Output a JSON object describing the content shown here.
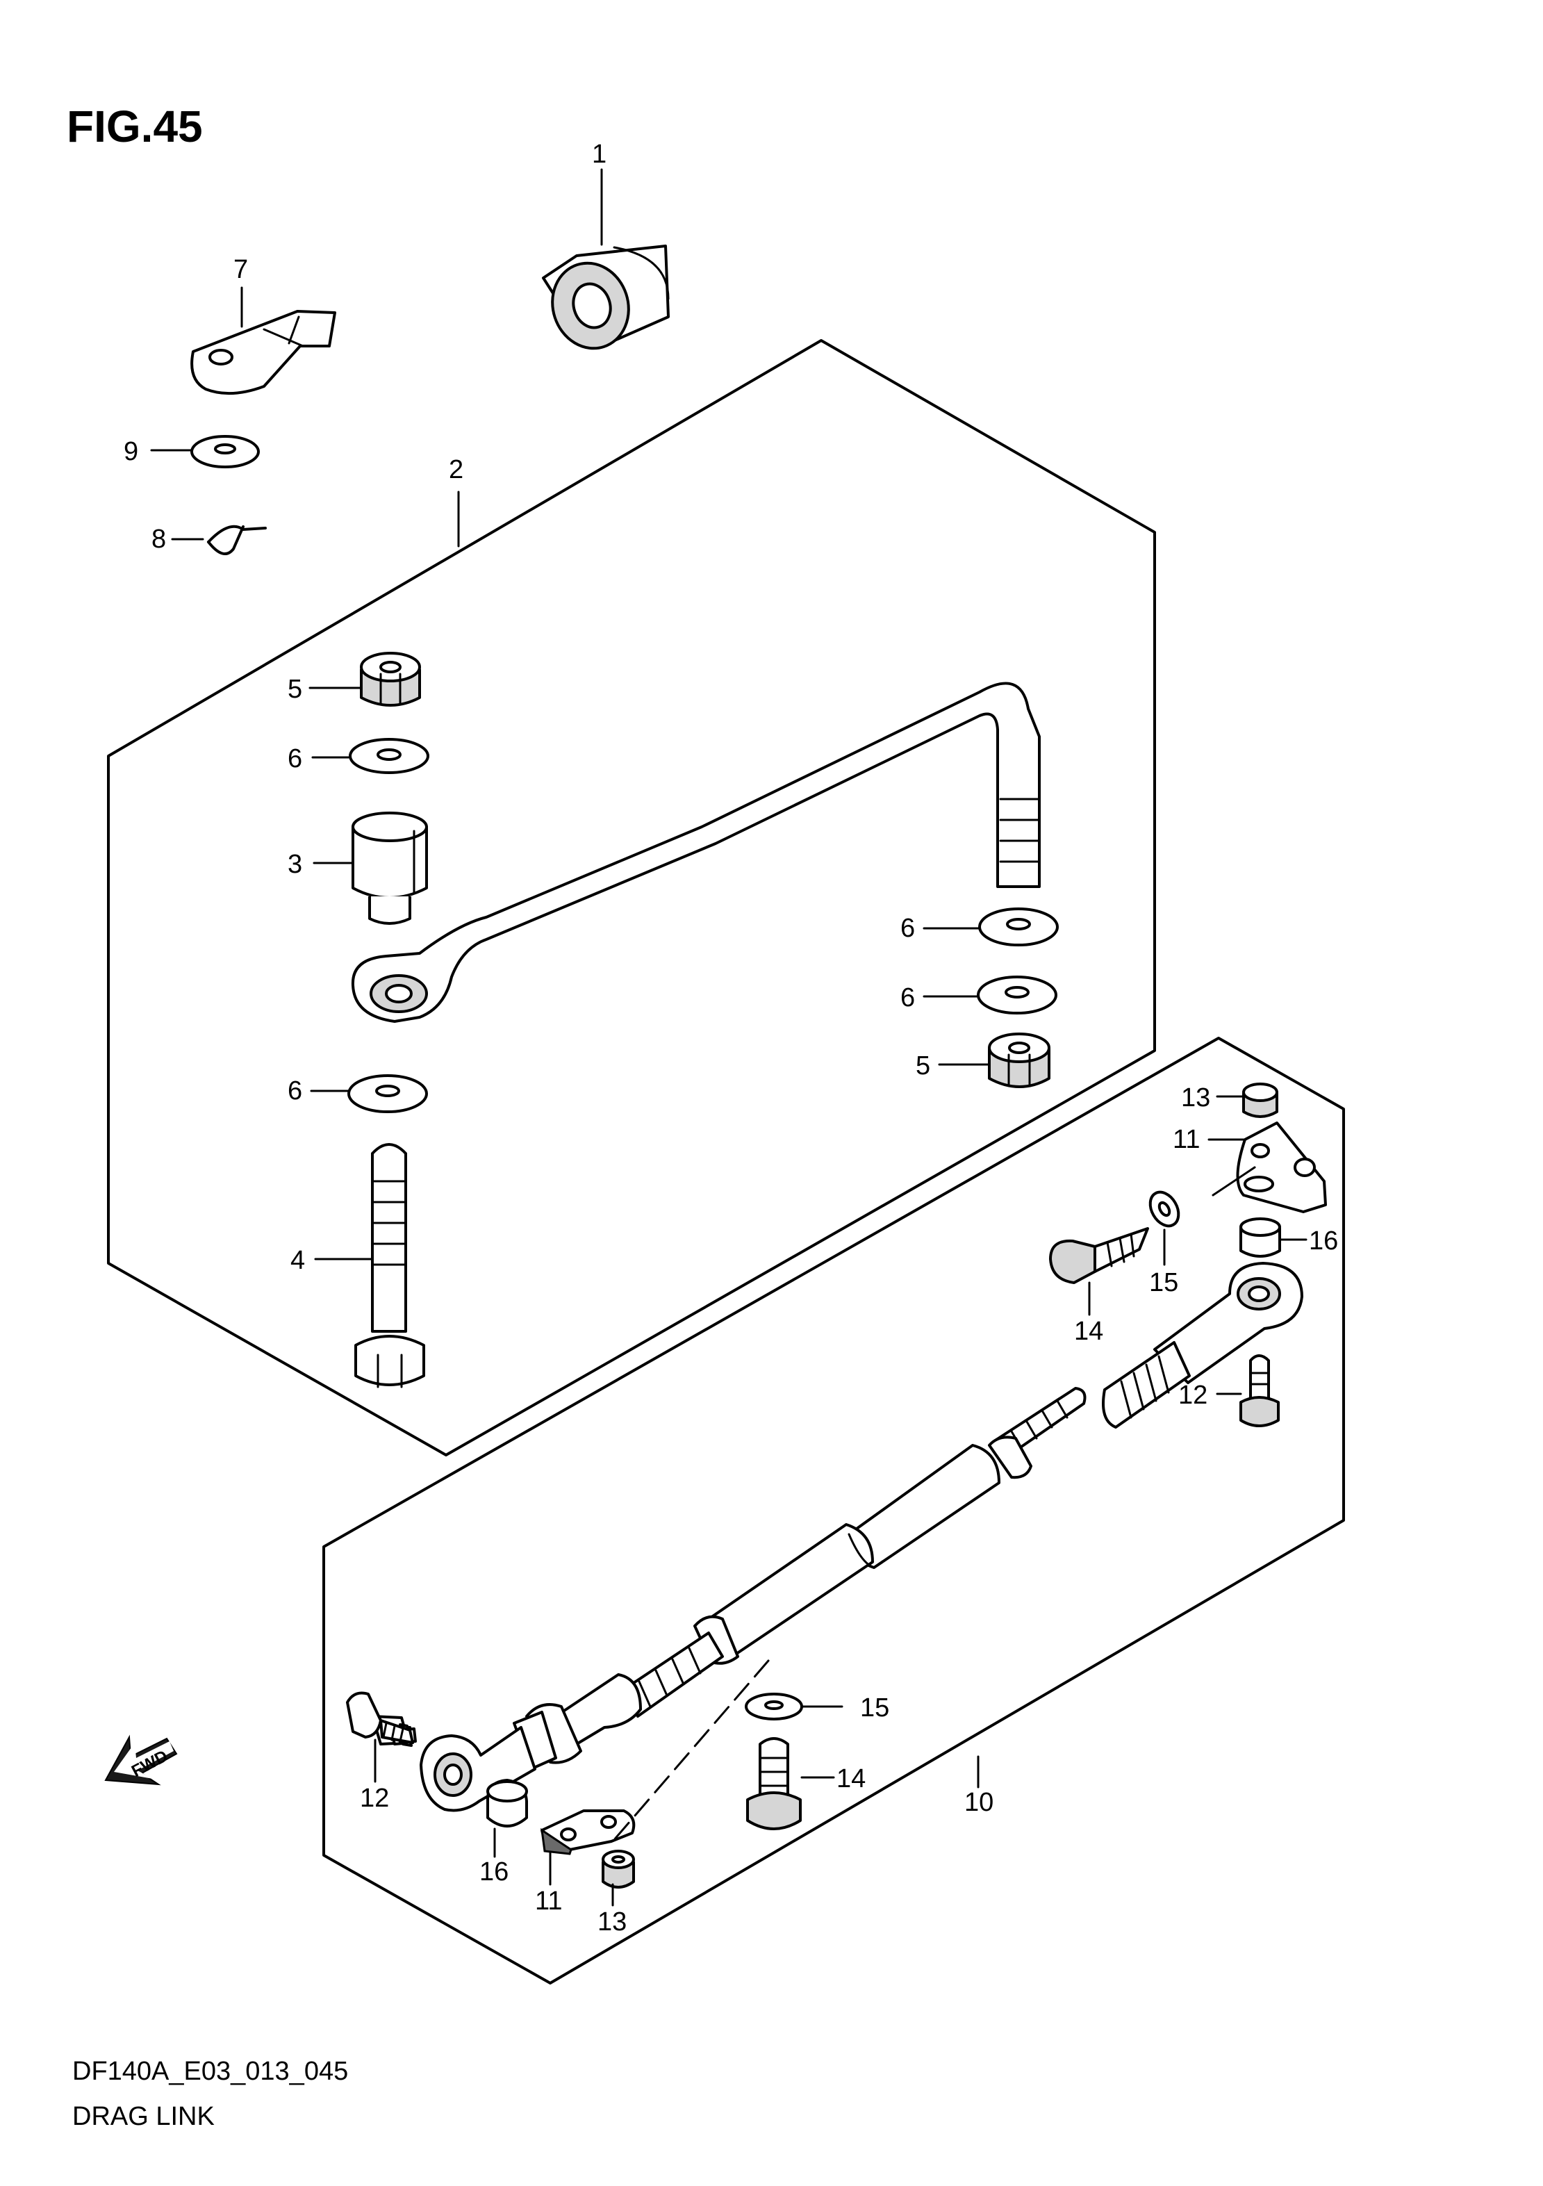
{
  "figure_title": "FIG.45",
  "drawing_code": "DF140A_E03_013_045",
  "drawing_name": "DRAG LINK",
  "fwd_arrow_text": "FWD",
  "labels": {
    "p1": "1",
    "p2": "2",
    "p3": "3",
    "p4": "4",
    "p5a": "5",
    "p5b": "5",
    "p6a": "6",
    "p6b": "6",
    "p6c": "6",
    "p6d": "6",
    "p7": "7",
    "p8": "8",
    "p9": "9",
    "p10": "10",
    "p11a": "11",
    "p11b": "11",
    "p12a": "12",
    "p12b": "12",
    "p13a": "13",
    "p13b": "13",
    "p14a": "14",
    "p14b": "14",
    "p15a": "15",
    "p15b": "15",
    "p16a": "16",
    "p16b": "16"
  }
}
